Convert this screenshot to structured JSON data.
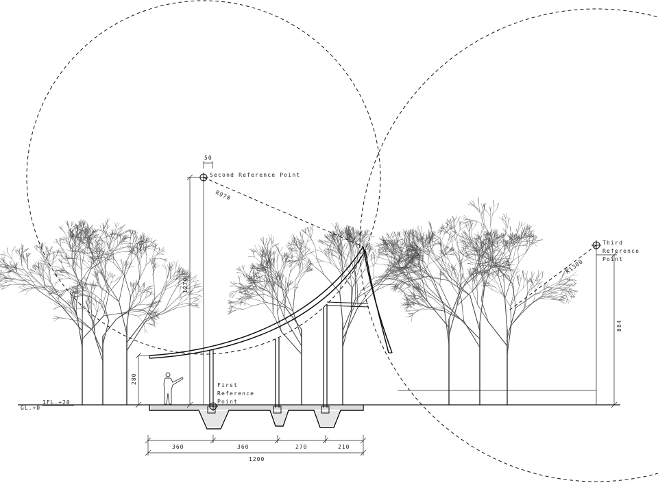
{
  "labels": {
    "second_ref": "Second Reference Point",
    "first_ref": [
      "First",
      "Reference",
      "Point"
    ],
    "third_ref": [
      "Third",
      "Reference",
      "Point"
    ],
    "gl": "GL.+0",
    "fl": "1FL.+20"
  },
  "dimensions": {
    "top_offset": "50",
    "radius_1": "R970",
    "radius_2": "R1300",
    "height_left": "1270",
    "height_eave": "280",
    "height_right": "884",
    "bays": [
      "360",
      "360",
      "270",
      "210"
    ],
    "total": "1200"
  },
  "colors": {
    "line": "#111111",
    "tree": "#4a4a4a",
    "background": "#ffffff"
  }
}
